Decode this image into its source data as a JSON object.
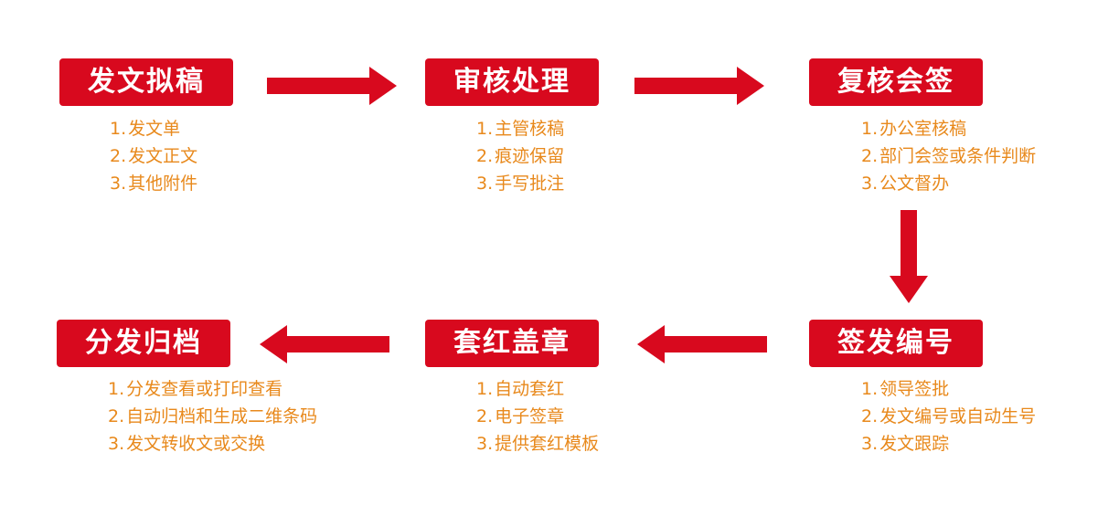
{
  "colors": {
    "box_fill": "#d8091e",
    "box_text": "#ffffff",
    "item_text": "#e8891c",
    "arrow": "#d8091e"
  },
  "steps": [
    {
      "title": "发文拟稿",
      "items": [
        {
          "num": "1.",
          "text": "发文单"
        },
        {
          "num": "2.",
          "text": "发文正文"
        },
        {
          "num": "3.",
          "text": "其他附件"
        }
      ]
    },
    {
      "title": "审核处理",
      "items": [
        {
          "num": "1.",
          "text": "主管核稿"
        },
        {
          "num": "2.",
          "text": "痕迹保留"
        },
        {
          "num": "3.",
          "text": "手写批注"
        }
      ]
    },
    {
      "title": "复核会签",
      "items": [
        {
          "num": "1.",
          "text": "办公室核稿"
        },
        {
          "num": "2.",
          "text": "部门会签或条件判断"
        },
        {
          "num": "3.",
          "text": "公文督办"
        }
      ]
    },
    {
      "title": "签发编号",
      "items": [
        {
          "num": "1.",
          "text": "领导签批"
        },
        {
          "num": "2.",
          "text": "发文编号或自动生号"
        },
        {
          "num": "3.",
          "text": "发文跟踪"
        }
      ]
    },
    {
      "title": "套红盖章",
      "items": [
        {
          "num": "1.",
          "text": "自动套红"
        },
        {
          "num": "2.",
          "text": "电子签章"
        },
        {
          "num": "3.",
          "text": "提供套红模板"
        }
      ]
    },
    {
      "title": "分发归档",
      "items": [
        {
          "num": "1.",
          "text": "分发查看或打印查看"
        },
        {
          "num": "2.",
          "text": "自动归档和生成二维条码"
        },
        {
          "num": "3.",
          "text": "发文转收文或交换"
        }
      ]
    }
  ]
}
